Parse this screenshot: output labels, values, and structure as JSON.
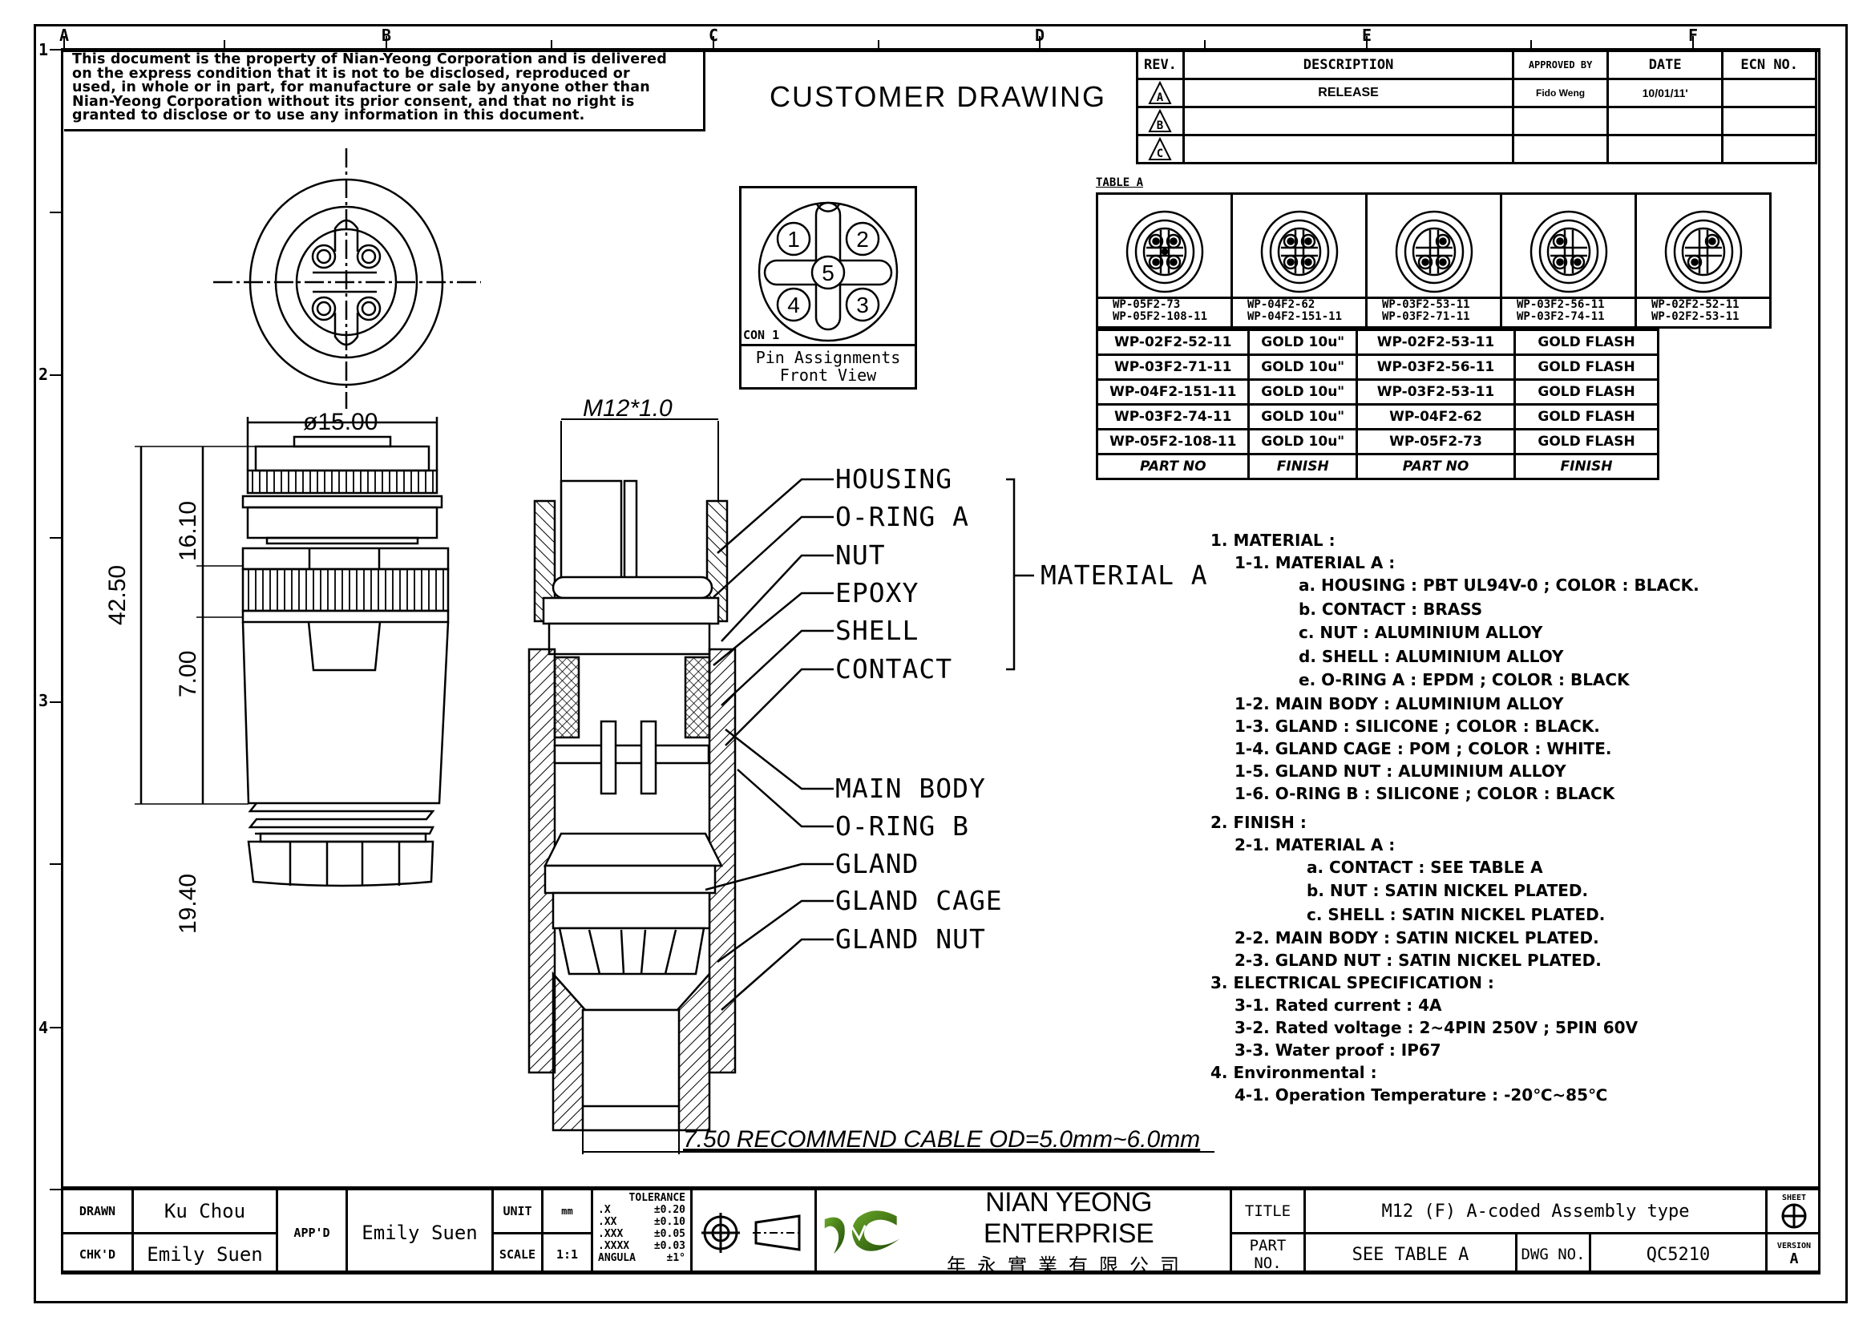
{
  "sheet": {
    "column_markers": [
      "A",
      "B",
      "C",
      "D",
      "E",
      "F"
    ],
    "row_markers": [
      "1",
      "2",
      "3",
      "4"
    ]
  },
  "notice": {
    "lines": [
      "This document is the property of Nian-Yeong Corporation and is delivered",
      "on  the  express condition that it is not to be disclosed, reproduced or",
      "used, in whole or in part, for manufacture or sale by anyone other than",
      "Nian-Yeong Corporation without  its prior consent, and that  no right  is",
      "granted to disclose or to use any information in this  document."
    ]
  },
  "drawing_title": "CUSTOMER  DRAWING",
  "revision_table": {
    "headers": [
      "REV.",
      "DESCRIPTION",
      "APPROVED BY",
      "DATE",
      "ECN NO."
    ],
    "rows": [
      {
        "rev": "A",
        "description": "RELEASE",
        "approved_by": "Fido Weng",
        "date": "10/01/11'",
        "ecn": ""
      },
      {
        "rev": "B",
        "description": "",
        "approved_by": "",
        "date": "",
        "ecn": ""
      },
      {
        "rev": "C",
        "description": "",
        "approved_by": "",
        "date": "",
        "ecn": ""
      }
    ]
  },
  "table_a": {
    "label": "TABLE A",
    "variants": [
      {
        "pins": 5,
        "parts": [
          "WP-05F2-73",
          "WP-05F2-108-11"
        ]
      },
      {
        "pins": 4,
        "parts": [
          "WP-04F2-62",
          "WP-04F2-151-11"
        ]
      },
      {
        "pins": 3,
        "parts": [
          "WP-03F2-53-11",
          "WP-03F2-71-11"
        ]
      },
      {
        "pins": 3,
        "parts": [
          "WP-03F2-56-11",
          "WP-03F2-74-11"
        ]
      },
      {
        "pins": 2,
        "parts": [
          "WP-02F2-52-11",
          "WP-02F2-53-11"
        ]
      }
    ],
    "finish_rows": [
      [
        "WP-02F2-52-11",
        "GOLD 10u\"",
        "WP-02F2-53-11",
        "GOLD FLASH"
      ],
      [
        "WP-03F2-71-11",
        "GOLD 10u\"",
        "WP-03F2-56-11",
        "GOLD FLASH"
      ],
      [
        "WP-04F2-151-11",
        "GOLD 10u\"",
        "WP-03F2-53-11",
        "GOLD FLASH"
      ],
      [
        "WP-03F2-74-11",
        "GOLD 10u\"",
        "WP-04F2-62",
        "GOLD FLASH"
      ],
      [
        "WP-05F2-108-11",
        "GOLD 10u\"",
        "WP-05F2-73",
        "GOLD FLASH"
      ]
    ],
    "footer": [
      "PART NO",
      "FINISH",
      "PART NO",
      "FINISH"
    ]
  },
  "pin_assignment": {
    "pins": [
      "1",
      "2",
      "3",
      "4",
      "5"
    ],
    "connector_label": "CON 1",
    "caption_line1": "Pin Assignments",
    "caption_line2": "Front View"
  },
  "dimensions": {
    "diameter": "ø15.00",
    "thread": "M12*1.0",
    "total_length": "42.50",
    "upper_length": "16.10",
    "middle_length": "7.00",
    "lower_length": "19.40",
    "cable_note": "7.50 RECOMMEND CABLE OD=5.0mm~6.0mm"
  },
  "callouts": {
    "housing": "HOUSING",
    "o_ring_a": "O-RING A",
    "nut": "NUT",
    "epoxy": "EPOXY",
    "shell": "SHELL",
    "contact": "CONTACT",
    "material_a": "MATERIAL A",
    "main_body": "MAIN BODY",
    "o_ring_b": "O-RING B",
    "gland": "GLAND",
    "gland_cage": "GLAND CAGE",
    "gland_nut": "GLAND NUT"
  },
  "notes": [
    {
      "level": 0,
      "text": "1. MATERIAL :"
    },
    {
      "level": 1,
      "text": "1-1. MATERIAL A :"
    },
    {
      "level": 2,
      "text": "a. HOUSING : PBT UL94V-0 ; COLOR : BLACK."
    },
    {
      "level": 2,
      "text": "b. CONTACT : BRASS"
    },
    {
      "level": 2,
      "text": "c. NUT : ALUMINIUM ALLOY"
    },
    {
      "level": 2,
      "text": "d. SHELL : ALUMINIUM ALLOY"
    },
    {
      "level": 2,
      "text": "e. O-RING A : EPDM ; COLOR : BLACK"
    },
    {
      "level": 1,
      "text": "1-2. MAIN BODY : ALUMINIUM ALLOY"
    },
    {
      "level": 1,
      "text": "1-3. GLAND : SILICONE ; COLOR : BLACK."
    },
    {
      "level": 1,
      "text": "1-4. GLAND CAGE : POM ; COLOR : WHITE."
    },
    {
      "level": 1,
      "text": "1-5. GLAND NUT : ALUMINIUM ALLOY"
    },
    {
      "level": 1,
      "text": "1-6. O-RING B : SILICONE ; COLOR : BLACK"
    },
    {
      "level": 0,
      "text": "2. FINISH :"
    },
    {
      "level": 1,
      "text": "2-1. MATERIAL A :"
    },
    {
      "level": 3,
      "text": "a. CONTACT : SEE TABLE A"
    },
    {
      "level": 3,
      "text": "b. NUT : SATIN NICKEL PLATED."
    },
    {
      "level": 3,
      "text": "c. SHELL : SATIN NICKEL PLATED."
    },
    {
      "level": 1,
      "text": "2-2. MAIN BODY : SATIN NICKEL PLATED."
    },
    {
      "level": 1,
      "text": "2-3. GLAND NUT : SATIN NICKEL PLATED."
    },
    {
      "level": 0,
      "text": "3. ELECTRICAL SPECIFICATION :"
    },
    {
      "level": 1,
      "text": "3-1. Rated current : 4A"
    },
    {
      "level": 1,
      "text": "3-2. Rated voltage : 2~4PIN 250V ; 5PIN 60V"
    },
    {
      "level": 1,
      "text": "3-3. Water proof : IP67"
    },
    {
      "level": 0,
      "text": "4. Environmental :"
    },
    {
      "level": 1,
      "text": "4-1. Operation Temperature : -20℃~85℃"
    }
  ],
  "title_block": {
    "drawn_label": "DRAWN",
    "drawn_by": "Ku Chou",
    "checked_label": "CHK'D",
    "checked_by": "Emily Suen",
    "approved_label": "APP'D",
    "approved_by": "Emily Suen",
    "unit_label": "UNIT",
    "unit": "mm",
    "scale_label": "SCALE",
    "scale": "1:1",
    "tolerance": {
      "heading": "TOLERANCE",
      "rows": [
        [
          ".X",
          "±0.20"
        ],
        [
          ".XX",
          "±0.10"
        ],
        [
          ".XXX",
          "±0.05"
        ],
        [
          ".XXXX",
          "±0.03"
        ],
        [
          "ANGULA",
          "±1°"
        ]
      ]
    },
    "company_name": "NIAN YEONG ENTERPRISE",
    "company_name_cn": "年永實業有限公司",
    "logo_color": "#3d7a12",
    "title_label": "TITLE",
    "title": "M12 (F) A-coded Assembly type",
    "part_no_label": "PART NO.",
    "part_no": "SEE TABLE A",
    "dwg_no_label": "DWG NO.",
    "dwg_no": "QC5210",
    "sheet_label": "SHEET",
    "version_label": "VERSION",
    "version": "A"
  }
}
